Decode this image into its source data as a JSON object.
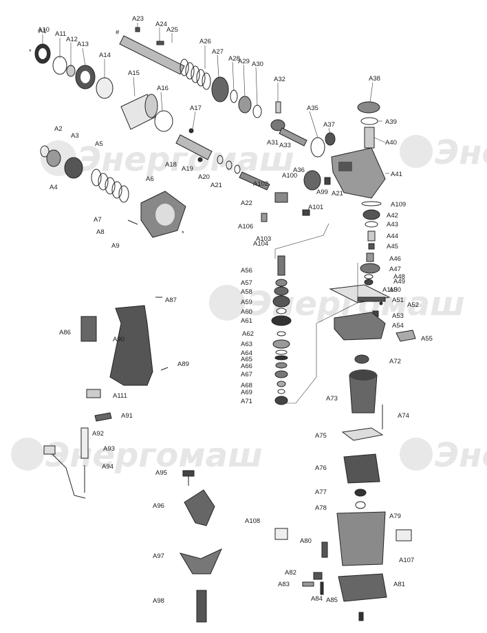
{
  "watermark": {
    "text": "Энергомаш"
  },
  "colors": {
    "ink": "#222222",
    "watermark": "#e6e6e6",
    "part_dark": "#3a3a3a",
    "part_mid": "#8a8a8a",
    "part_light": "#d8d8d8"
  },
  "markers": {
    "asterisk": "*",
    "hash": "#"
  },
  "labels": [
    "A1",
    "A2",
    "A3",
    "A4",
    "A5",
    "A6",
    "A7",
    "A8",
    "A9",
    "A10",
    "A11",
    "A12",
    "A13",
    "A14",
    "A15",
    "A16",
    "A17",
    "A18",
    "A19",
    "A20",
    "A21",
    "A22",
    "A23",
    "A24",
    "A25",
    "A26",
    "A27",
    "A28",
    "A29",
    "A30",
    "A31",
    "A32",
    "A33",
    "A35",
    "A36",
    "A37",
    "A38",
    "A39",
    "A40",
    "A41",
    "A42",
    "A43",
    "A44",
    "A45",
    "A46",
    "A47",
    "A48",
    "A49",
    "A50",
    "A51",
    "A52",
    "A53",
    "A54",
    "A55",
    "A56",
    "A57",
    "A58",
    "A59",
    "A60",
    "A61",
    "A62",
    "A63",
    "A64",
    "A65",
    "A66",
    "A67",
    "A68",
    "A69",
    "A71",
    "A72",
    "A73",
    "A74",
    "A75",
    "A76",
    "A77",
    "A78",
    "A79",
    "A80",
    "A81",
    "A82",
    "A83",
    "A84",
    "A85",
    "A86",
    "A87",
    "A89",
    "A90",
    "A91",
    "A92",
    "A93",
    "A94",
    "A95",
    "A96",
    "A97",
    "A98",
    "A99",
    "A100",
    "A101",
    "A102",
    "A103",
    "A104",
    "A106",
    "A107",
    "A108",
    "A109",
    "A110",
    "A111",
    "A21"
  ]
}
